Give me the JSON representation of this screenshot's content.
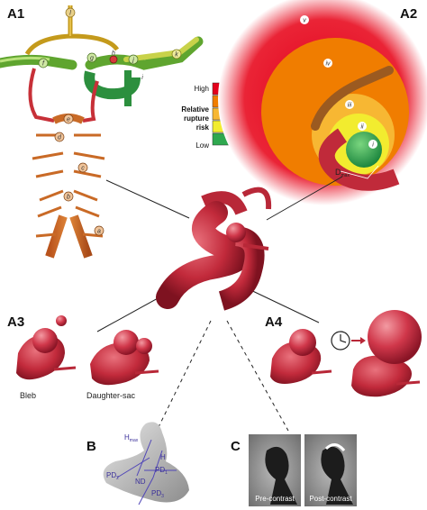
{
  "panels": {
    "a1": "A1",
    "a2": "A2",
    "a3": "A3",
    "a4": "A4",
    "b": "B",
    "c": "C"
  },
  "a1_letters": [
    "a",
    "b",
    "c",
    "d",
    "e",
    "f",
    "g",
    "h",
    "i",
    "j",
    "k",
    "l"
  ],
  "a2_zones": [
    "v",
    "iv",
    "iii",
    "ii",
    "i"
  ],
  "a2_dmax": "D",
  "a2_dmax_sub": "max",
  "risk_legend": {
    "high": "High",
    "title_line1": "Relative",
    "title_line2": "rupture",
    "title_line3": "risk",
    "low": "Low",
    "colors": [
      "#e3001b",
      "#f07d00",
      "#f7b733",
      "#f2ec2f",
      "#2fa84f"
    ]
  },
  "a3_labels": {
    "bleb": "Bleb",
    "daughter": "Daughter-sac"
  },
  "b_labels": {
    "hmax": "H",
    "hmax_sub": "max",
    "h": "H",
    "pd1": "PD",
    "pd1_sub": "1",
    "pd2": "PD",
    "pd2_sub": "2",
    "pd3": "PD",
    "pd3_sub": "3",
    "nd": "ND"
  },
  "c_labels": {
    "pre": "Pre-contrast",
    "post": "Post-contrast"
  }
}
